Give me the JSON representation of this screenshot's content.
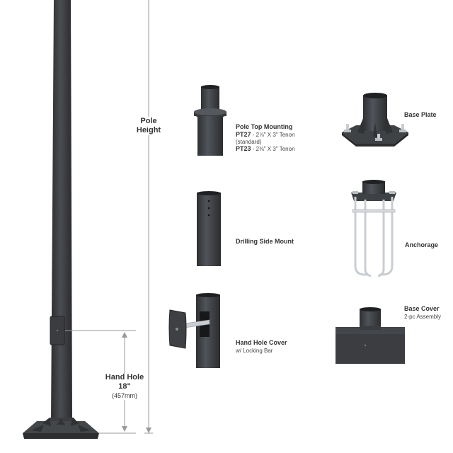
{
  "pole_height": {
    "line1": "Pole",
    "line2": "Height"
  },
  "hand_hole": {
    "line1": "Hand Hole",
    "size": "18\"",
    "metric": "(457mm)"
  },
  "pole_top": {
    "title": "Pole Top Mounting",
    "pt27_code": "PT27",
    "pt27_desc": " - 2⅞\" X 3\" Tenon",
    "pt27_note": "(standard)",
    "pt23_code": "PT23",
    "pt23_desc": " - 2⅜\" X 3\" Tenon"
  },
  "drilling": {
    "title": "Drilling Side Mount"
  },
  "hand_hole_cover": {
    "title": "Hand Hole Cover",
    "note": "w/ Locking Bar"
  },
  "base_plate": {
    "title": "Base Plate"
  },
  "anchorage": {
    "title": "Anchorage"
  },
  "base_cover": {
    "title": "Base Cover",
    "note": "2-pc  Assembly"
  },
  "colors": {
    "metal": "#3c3e40",
    "metal_dark": "#2b2c2e",
    "metal_light": "#55585b",
    "steel": "#c9ced3"
  }
}
